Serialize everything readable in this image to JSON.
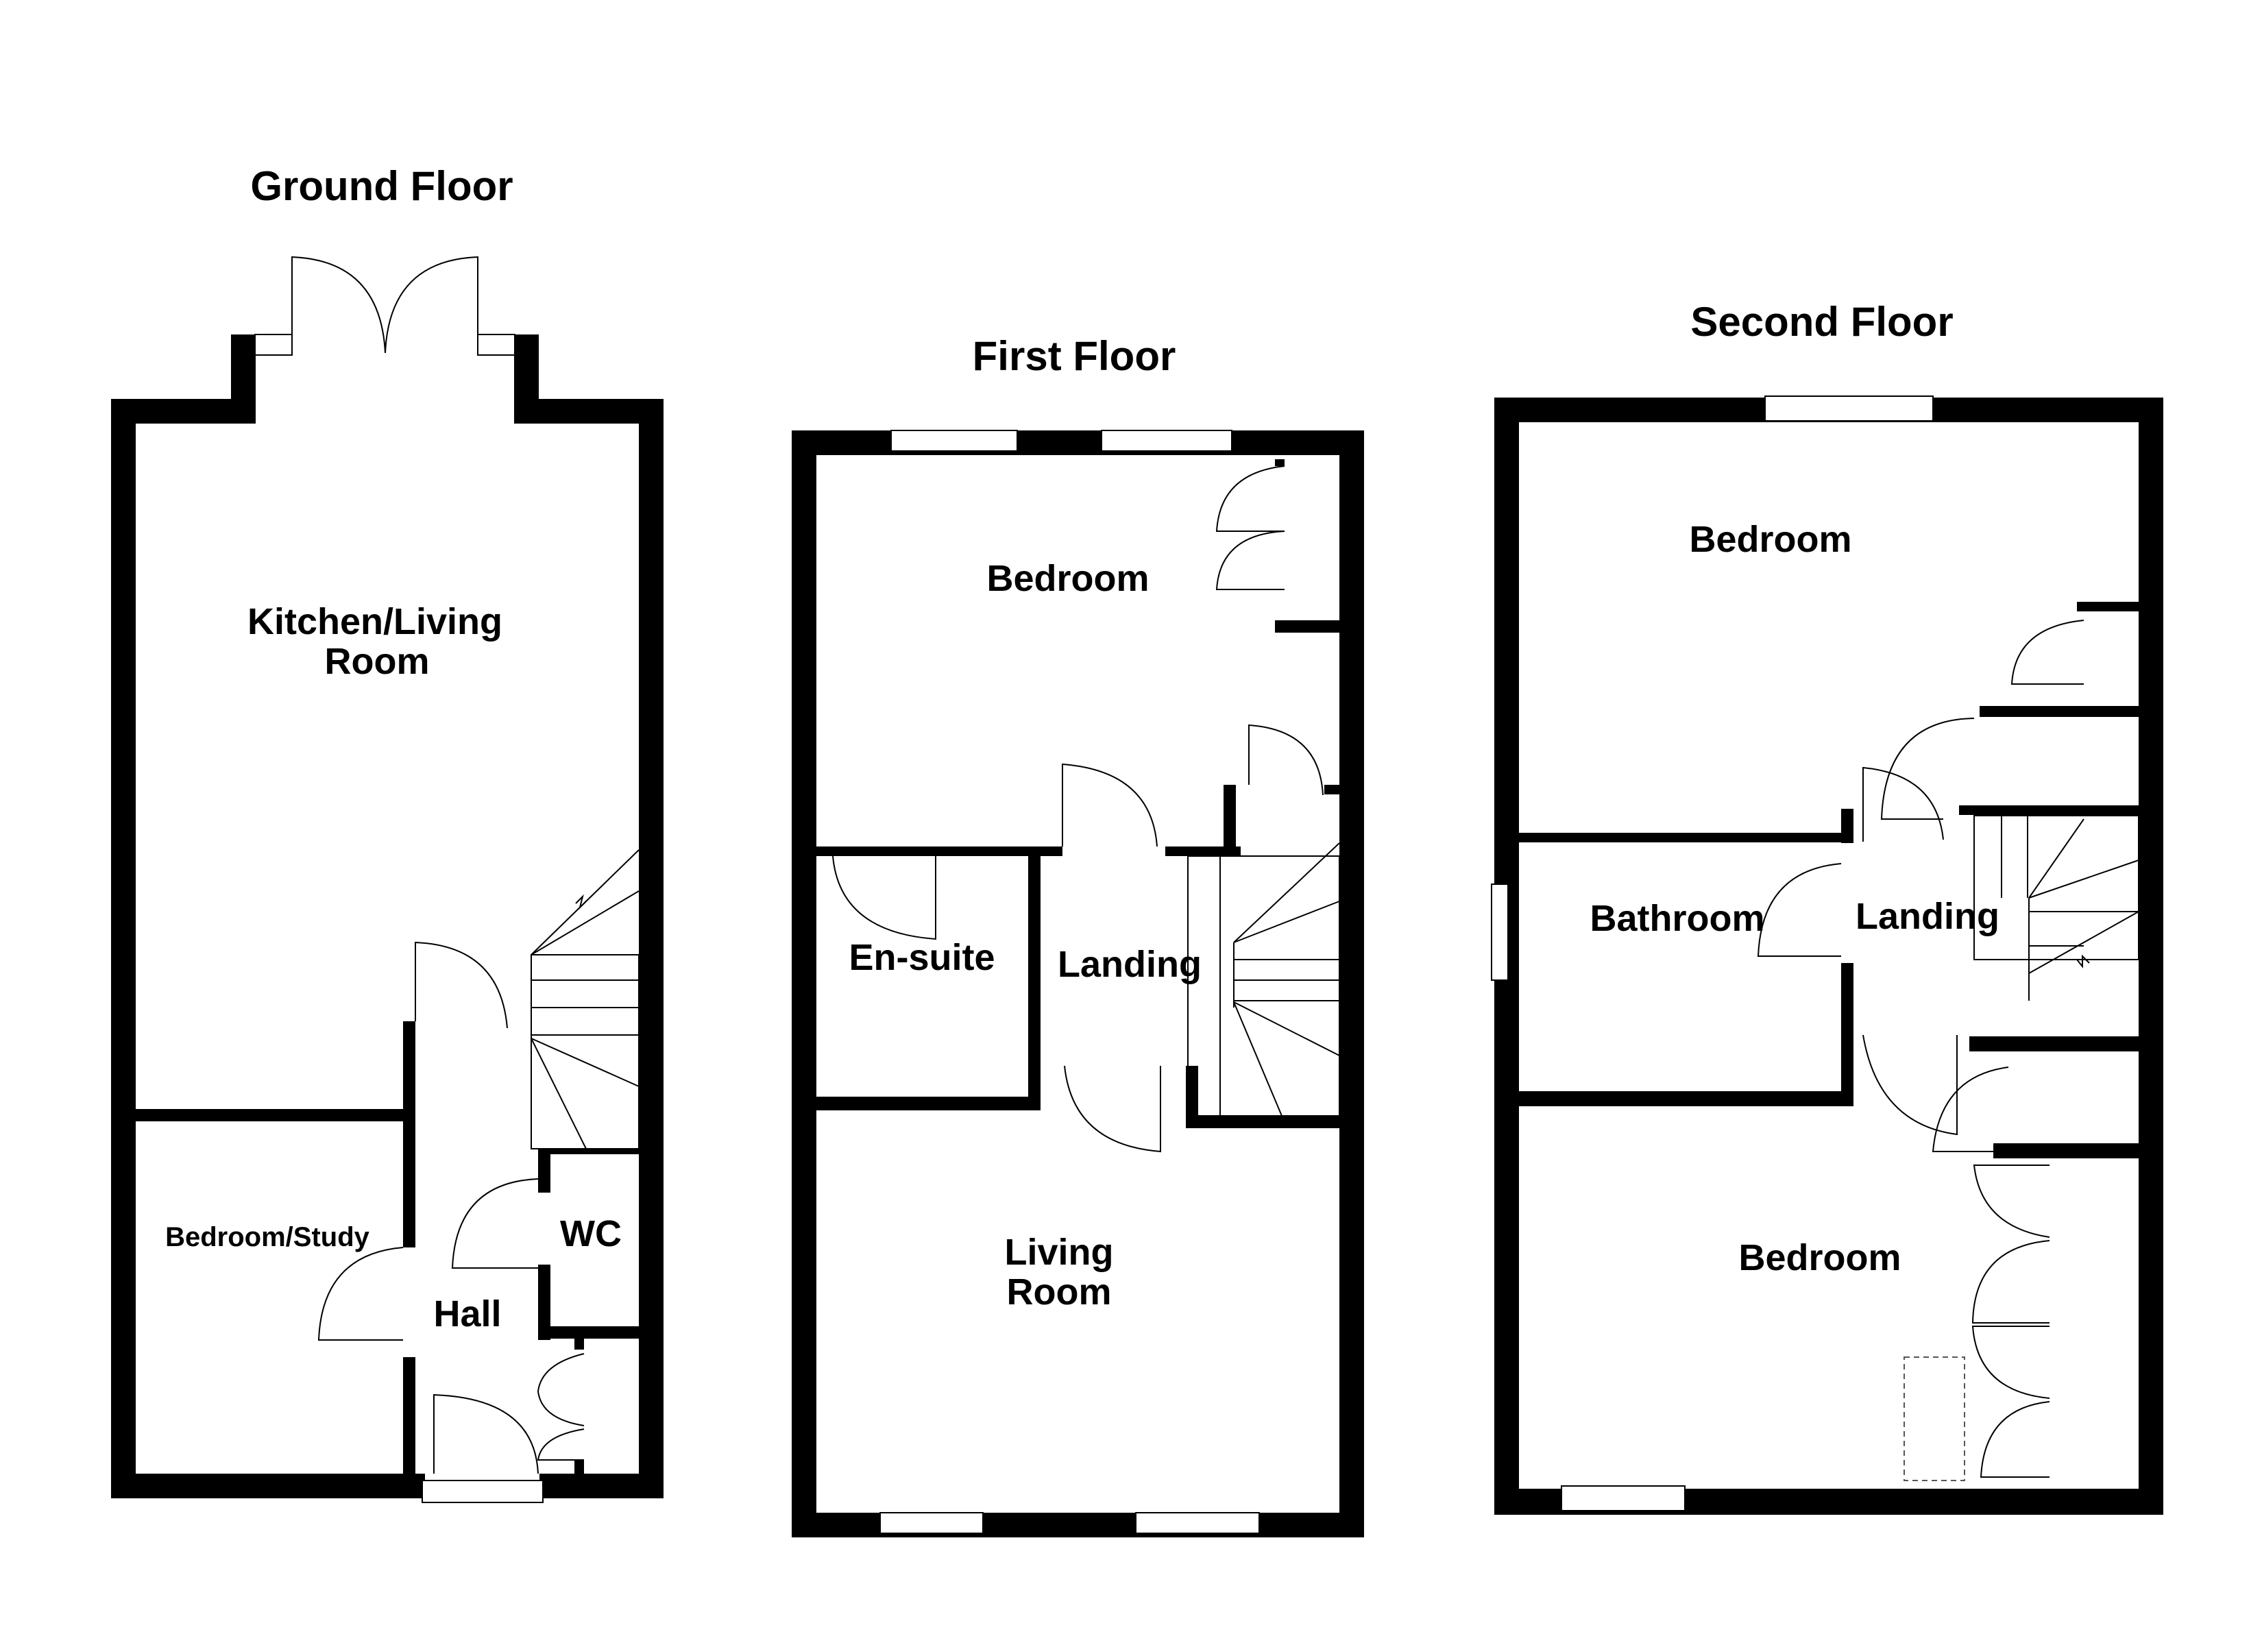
{
  "floors": {
    "ground": {
      "title": "Ground Floor",
      "rooms": {
        "kitchen_line1": "Kitchen/Living",
        "kitchen_line2": "Room",
        "bedroom_study": "Bedroom/Study",
        "wc": "WC",
        "hall": "Hall"
      }
    },
    "first": {
      "title": "First Floor",
      "rooms": {
        "bedroom": "Bedroom",
        "ensuite": "En-suite",
        "landing": "Landing",
        "living_line1": "Living",
        "living_line2": "Room"
      }
    },
    "second": {
      "title": "Second Floor",
      "rooms": {
        "bedroom_top": "Bedroom",
        "bathroom": "Bathroom",
        "landing": "Landing",
        "bedroom_bottom": "Bedroom"
      }
    }
  },
  "colors": {
    "wall": "#000000",
    "background": "#ffffff"
  }
}
